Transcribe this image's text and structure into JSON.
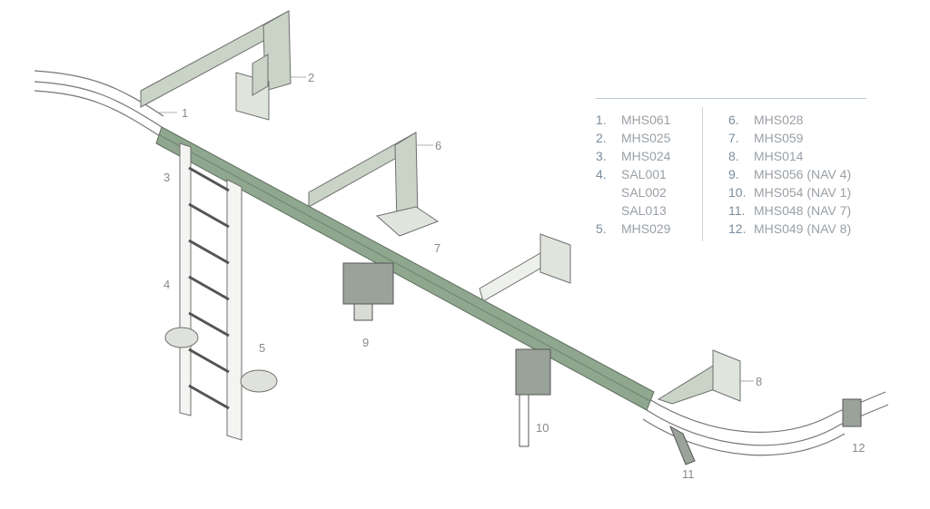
{
  "callouts": [
    "1",
    "2",
    "3",
    "4",
    "5",
    "6",
    "7",
    "8",
    "9",
    "10",
    "11",
    "12"
  ],
  "legend": {
    "left": [
      {
        "num": "1.",
        "code": "MHS061"
      },
      {
        "num": "2.",
        "code": "MHS025"
      },
      {
        "num": "3.",
        "code": "MHS024"
      },
      {
        "num": "4.",
        "code": "SAL001"
      },
      {
        "num": "",
        "code": "SAL002"
      },
      {
        "num": "",
        "code": "SAL013"
      },
      {
        "num": "5.",
        "code": "MHS029"
      }
    ],
    "right": [
      {
        "num": "6.",
        "code": "MHS028"
      },
      {
        "num": "7.",
        "code": "MHS059"
      },
      {
        "num": "8.",
        "code": "MHS014"
      },
      {
        "num": "9.",
        "code": "MHS056 (NAV 4)"
      },
      {
        "num": "10.",
        "code": "MHS054 (NAV 1)"
      },
      {
        "num": "11.",
        "code": "MHS048 (NAV 7)"
      },
      {
        "num": "12.",
        "code": "MHS049 (NAV 8)"
      }
    ]
  },
  "colors": {
    "rail": "#8fa68f",
    "bracket": "#c9d3c6",
    "line": "#6f6f6f",
    "legend_num": "#7b8d9e"
  }
}
